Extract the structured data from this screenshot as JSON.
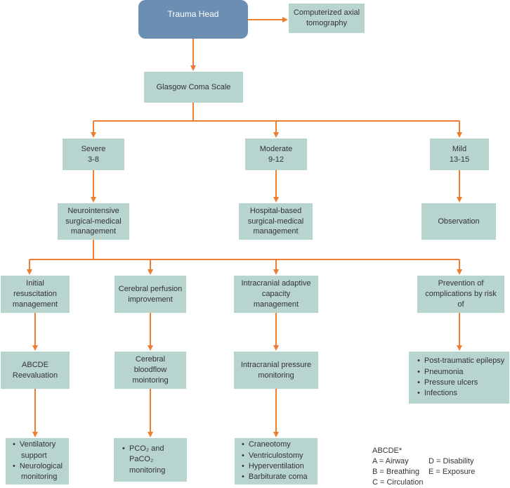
{
  "root": {
    "label": "Trauma Head"
  },
  "ct": {
    "lines": [
      "Computerized axial",
      "tomography"
    ]
  },
  "gcs": {
    "label": "Glasgow Coma Scale"
  },
  "severity": {
    "severe": {
      "name": "Severe",
      "range": "3-8"
    },
    "moderate": {
      "name": "Moderate",
      "range": "9-12"
    },
    "mild": {
      "name": "Mild",
      "range": "13-15"
    }
  },
  "management": {
    "neuro": {
      "lines": [
        "Neurointensive",
        "surgical-medical",
        "management"
      ]
    },
    "hospital": {
      "lines": [
        "Hospital-based",
        "surgical-medical",
        "management"
      ]
    },
    "observation": {
      "label": "Observation"
    }
  },
  "branches": {
    "initial": {
      "lines": [
        "Initial",
        "resuscitation",
        "management"
      ]
    },
    "cerebral": {
      "lines": [
        "Cerebral perfusion",
        "improvement"
      ]
    },
    "intracranial": {
      "lines": [
        "Intracranial adaptive",
        "capacity",
        "management"
      ]
    },
    "prevention": {
      "lines": [
        "Prevention of",
        "complications by risk",
        "of"
      ]
    }
  },
  "level3": {
    "abcde": {
      "lines": [
        "ABCDE",
        "Reevaluation"
      ]
    },
    "bloodflow": {
      "lines": [
        "Cerebral",
        "bloodflow",
        "mointoring"
      ]
    },
    "icp": {
      "lines": [
        "Intracranial pressure",
        "monitoring"
      ]
    },
    "complications": [
      "Post-traumatic epilepsy",
      "Pneumonia",
      "Pressure ulcers",
      "Infections"
    ]
  },
  "level4": {
    "ventilatory": [
      "Ventilatory support",
      "Neurological monitoring"
    ],
    "pco2": {
      "text": "PCO₂ and PaCO₂ monitoring"
    },
    "surgery": [
      "Craneotomy",
      "Ventriculostomy",
      "Hyperventilation",
      "Barbiturate coma"
    ]
  },
  "legend": {
    "title": "ABCDE*",
    "a": "A = Airway",
    "b": "B = Breathing",
    "c": "C = Circulation",
    "d": "D = Disability",
    "e": "E = Exposure"
  },
  "colors": {
    "box_fill": "#b8d4cf",
    "root_fill": "#6b8fb3",
    "connector": "#ed7d31"
  }
}
